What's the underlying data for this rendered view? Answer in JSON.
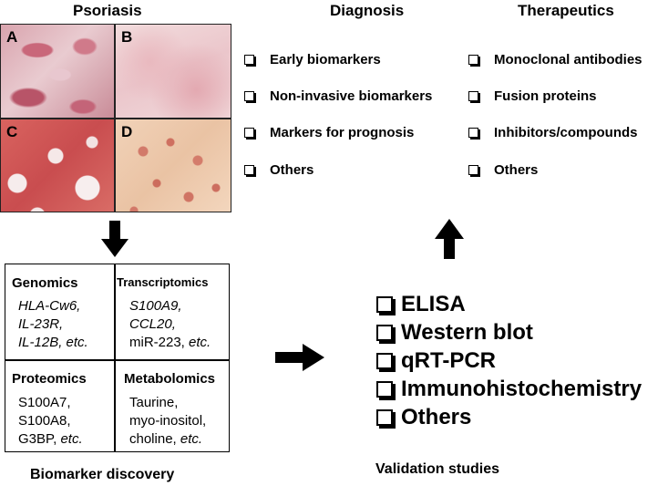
{
  "headers": {
    "psoriasis": "Psoriasis",
    "diagnosis": "Diagnosis",
    "therapeutics": "Therapeutics"
  },
  "photos": [
    {
      "label": "A"
    },
    {
      "label": "B"
    },
    {
      "label": "C"
    },
    {
      "label": "D"
    }
  ],
  "diagnosis_items": [
    "Early biomarkers",
    "Non-invasive biomarkers",
    "Markers for prognosis",
    "Others"
  ],
  "therapeutics_items": [
    "Monoclonal antibodies",
    "Fusion proteins",
    "Inhibitors/compounds",
    "Others"
  ],
  "discovery": {
    "genomics": {
      "title": "Genomics",
      "lines": [
        "HLA-Cw6,",
        "IL-23R,",
        "IL-12B, etc."
      ]
    },
    "transcriptomics": {
      "title": "Transcriptomics",
      "lines": [
        "S100A9,",
        "CCL20,",
        "miR-223,",
        "etc."
      ]
    },
    "proteomics": {
      "title": "Proteomics",
      "lines": [
        "S100A7,",
        "S100A8,",
        "G3BP,",
        "etc."
      ]
    },
    "metabolomics": {
      "title": "Metabolomics",
      "lines": [
        "Taurine,",
        "myo-inositol,",
        "choline,",
        "etc."
      ]
    },
    "label": "Biomarker discovery"
  },
  "validation": {
    "items": [
      "ELISA",
      "Western blot",
      "qRT-PCR",
      "Immunohistochemistry",
      "Others"
    ],
    "label": "Validation studies"
  },
  "arrows": {
    "color": "#000000"
  }
}
